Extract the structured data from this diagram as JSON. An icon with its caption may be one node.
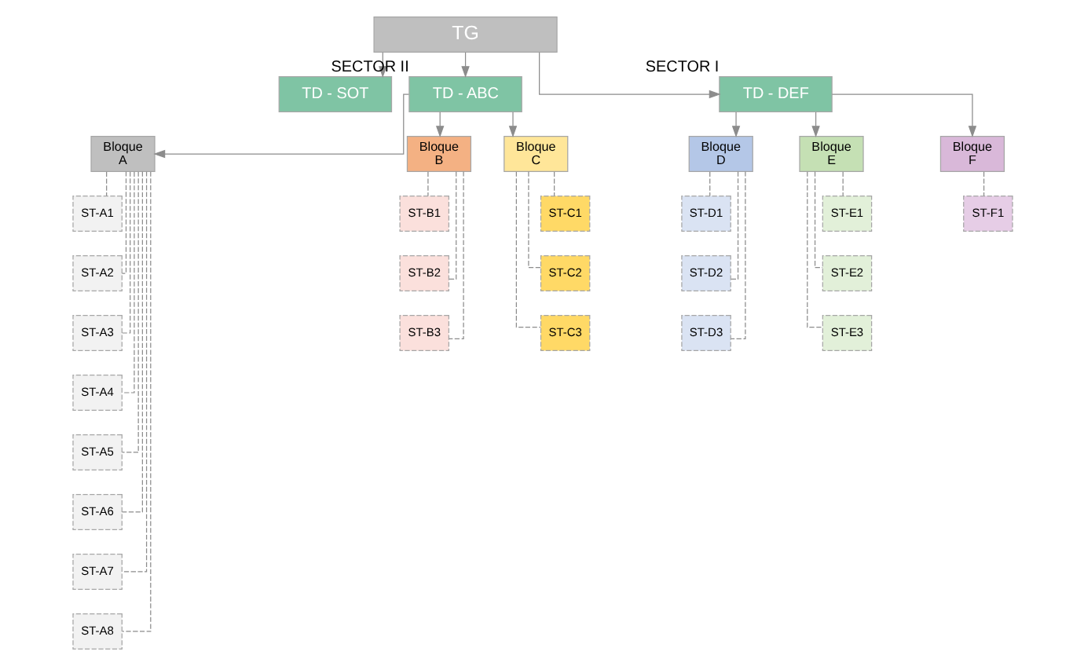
{
  "diagram": {
    "nodes": [
      {
        "text": [
          "TG"
        ]
      },
      {
        "text": [
          "TD - SOT"
        ]
      },
      {
        "text": [
          "TD - ABC"
        ],
        "beside": [
          "SECTOR II"
        ]
      },
      {
        "text": [
          "TD - DEF"
        ],
        "beside": [
          "SECTOR I"
        ]
      },
      {
        "text": [
          "Bloque A"
        ]
      },
      {
        "text": [
          "Bloque B"
        ]
      },
      {
        "text": [
          "Bloque C"
        ]
      },
      {
        "text": [
          "Bloque D"
        ]
      },
      {
        "text": [
          "Bloque E"
        ]
      },
      {
        "text": [
          "Bloque F"
        ]
      },
      {
        "text": [
          "ST-A1"
        ]
      },
      {
        "text": [
          "ST-A2"
        ]
      },
      {
        "text": [
          "ST-A3"
        ]
      },
      {
        "text": [
          "ST-A4"
        ]
      },
      {
        "text": [
          "ST-A5"
        ]
      },
      {
        "text": [
          "ST-A6"
        ]
      },
      {
        "text": [
          "ST-A7"
        ]
      },
      {
        "text": [
          "ST-A8"
        ]
      },
      {
        "text": [
          "ST-B1"
        ]
      },
      {
        "text": [
          "ST-B2"
        ]
      },
      {
        "text": [
          "ST-B3"
        ]
      },
      {
        "text": [
          "ST-C1"
        ]
      },
      {
        "text": [
          "ST-C2"
        ]
      },
      {
        "text": [
          "ST-C3"
        ]
      },
      {
        "text": [
          "ST-D1"
        ]
      },
      {
        "text": [
          "ST-D2"
        ]
      },
      {
        "text": [
          "ST-D3"
        ]
      },
      {
        "text": [
          "ST-E1"
        ]
      },
      {
        "text": [
          "ST-E2"
        ]
      },
      {
        "text": [
          "ST-E3"
        ]
      },
      {
        "text": [
          "ST-F1"
        ]
      }
    ],
    "edges": [
      {
        "from": 0,
        "to": 1,
        "arrow": "to"
      },
      {
        "from": 0,
        "to": 2,
        "arrow": "to"
      },
      {
        "from": 0,
        "to": 3,
        "arrow": "to"
      },
      {
        "from": 2,
        "to": 4,
        "arrow": "to"
      },
      {
        "from": 2,
        "to": 5,
        "arrow": "to"
      },
      {
        "from": 2,
        "to": 6,
        "arrow": "to"
      },
      {
        "from": 3,
        "to": 7,
        "arrow": "to"
      },
      {
        "from": 3,
        "to": 8,
        "arrow": "to"
      },
      {
        "from": 3,
        "to": 9,
        "arrow": "to"
      },
      {
        "from": 4,
        "to": 10,
        "arrow": "none",
        "style": "dashed"
      },
      {
        "from": 4,
        "to": 11,
        "arrow": "none",
        "style": "dashed"
      },
      {
        "from": 4,
        "to": 12,
        "arrow": "none",
        "style": "dashed"
      },
      {
        "from": 4,
        "to": 13,
        "arrow": "none",
        "style": "dashed"
      },
      {
        "from": 4,
        "to": 14,
        "arrow": "none",
        "style": "dashed"
      },
      {
        "from": 4,
        "to": 15,
        "arrow": "none",
        "style": "dashed"
      },
      {
        "from": 4,
        "to": 16,
        "arrow": "none",
        "style": "dashed"
      },
      {
        "from": 4,
        "to": 17,
        "arrow": "none",
        "style": "dashed"
      },
      {
        "from": 5,
        "to": 18,
        "arrow": "none",
        "style": "dashed"
      },
      {
        "from": 5,
        "to": 19,
        "arrow": "none",
        "style": "dashed"
      },
      {
        "from": 5,
        "to": 20,
        "arrow": "none",
        "style": "dashed"
      },
      {
        "from": 6,
        "to": 21,
        "arrow": "none",
        "style": "dashed"
      },
      {
        "from": 6,
        "to": 22,
        "arrow": "none",
        "style": "dashed"
      },
      {
        "from": 6,
        "to": 23,
        "arrow": "none",
        "style": "dashed"
      },
      {
        "from": 7,
        "to": 24,
        "arrow": "none",
        "style": "dashed"
      },
      {
        "from": 7,
        "to": 25,
        "arrow": "none",
        "style": "dashed"
      },
      {
        "from": 7,
        "to": 26,
        "arrow": "none",
        "style": "dashed"
      },
      {
        "from": 8,
        "to": 27,
        "arrow": "none",
        "style": "dashed"
      },
      {
        "from": 8,
        "to": 28,
        "arrow": "none",
        "style": "dashed"
      },
      {
        "from": 8,
        "to": 29,
        "arrow": "none",
        "style": "dashed"
      },
      {
        "from": 9,
        "to": 30,
        "arrow": "none",
        "style": "dashed"
      }
    ]
  }
}
